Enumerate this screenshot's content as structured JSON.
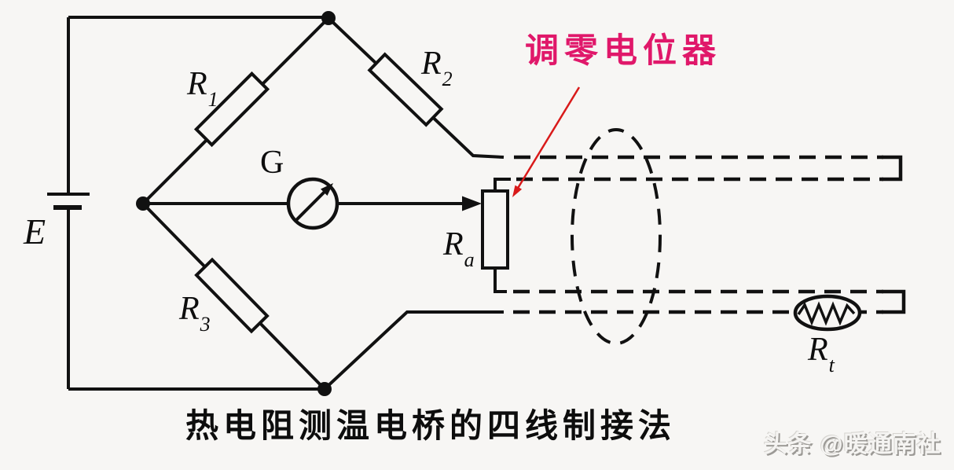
{
  "colors": {
    "background": "#f7f6f4",
    "line": "#111111",
    "annotation_text": "#e0186a",
    "annotation_arrow": "#d91a1a",
    "watermark_text": "#f5f4f2"
  },
  "caption": "热电阻测温电桥的四线制接法",
  "annotation": "调零电位器",
  "watermark": "头条 @暖通南社",
  "components": {
    "battery": {
      "label": "E"
    },
    "galvanometer": {
      "label": "G"
    },
    "bridge_resistor_1": {
      "base": "R",
      "sub": "1"
    },
    "bridge_resistor_2": {
      "base": "R",
      "sub": "2"
    },
    "bridge_resistor_3": {
      "base": "R",
      "sub": "3"
    },
    "zero_adjust_potentiometer": {
      "base": "R",
      "sub": "a"
    },
    "rtd_sensor": {
      "base": "R",
      "sub": "t"
    }
  }
}
